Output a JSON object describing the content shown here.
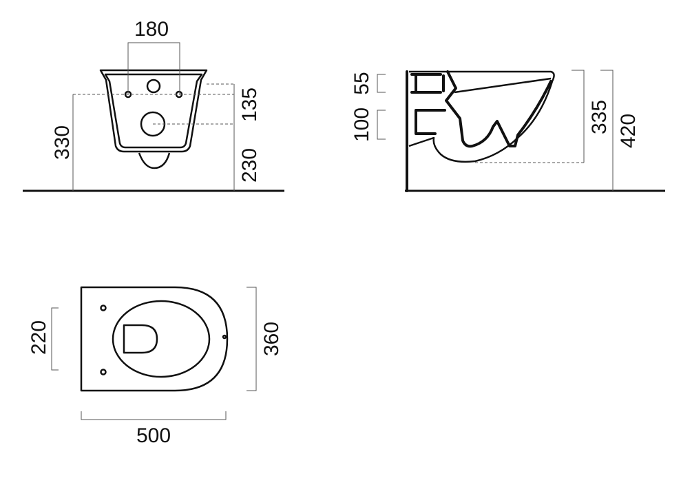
{
  "front_view": {
    "dim_width_holes": "180",
    "dim_total_height": "330",
    "dim_upper_holes": "135",
    "dim_lower_height": "230"
  },
  "side_view": {
    "dim_top_inlet": "55",
    "dim_outlet": "100",
    "dim_bowl_height": "335",
    "dim_total_height": "420"
  },
  "top_view": {
    "dim_bolt_spacing": "220",
    "dim_width": "360",
    "dim_length": "500"
  },
  "colors": {
    "line": "#111111",
    "dimension": "#555555",
    "background": "#ffffff"
  }
}
